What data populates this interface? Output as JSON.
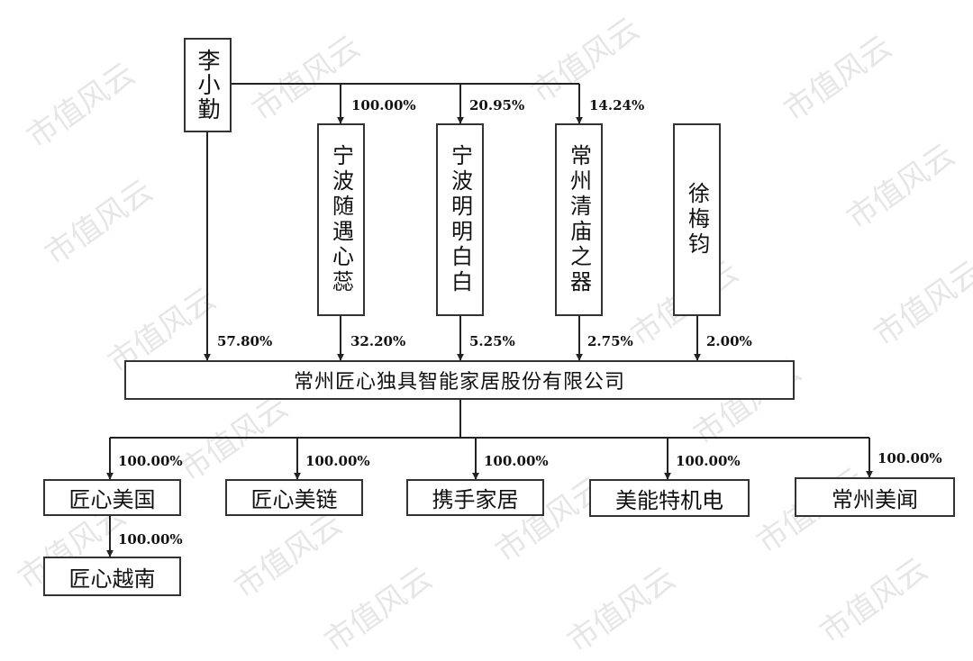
{
  "watermark": "市值风云",
  "shareholders": {
    "li": "李小勤",
    "ningbo_suiyu": "宁波随遇心蕊",
    "ningbo_mingbai": "宁波明明白白",
    "changzhou_qingmiao": "常州清庙之器",
    "xu": "徐梅钧"
  },
  "company": "常州匠心独具智能家居股份有限公司",
  "subsidiaries": {
    "meiguo": "匠心美国",
    "meilian": "匠心美链",
    "xieshou": "携手家居",
    "meineng": "美能特机电",
    "meiwen": "常州美闻",
    "yuenan": "匠心越南"
  },
  "percentages": {
    "li_to_suiyu": "100.00%",
    "li_to_mingbai": "20.95%",
    "li_to_qingmiao": "14.24%",
    "li_to_company": "57.80%",
    "suiyu_to_company": "32.20%",
    "mingbai_to_company": "5.25%",
    "qingmiao_to_company": "2.75%",
    "xu_to_company": "2.00%",
    "to_meiguo": "100.00%",
    "to_meilian": "100.00%",
    "to_xieshou": "100.00%",
    "to_meineng": "100.00%",
    "to_meiwen": "100.00%",
    "meiguo_to_yuenan": "100.00%"
  }
}
